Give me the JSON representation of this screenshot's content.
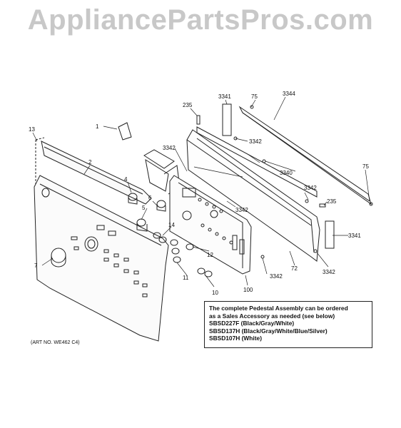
{
  "watermark": "AppliancePartsPros.com",
  "art_number": "(ART NO. WE462 C4)",
  "note": {
    "line1": "The complete Pedestal Assembly can be ordered",
    "line2": "as a Sales Accessory as needed (see below)",
    "line3": "SBSD227F (Black/Gray/White)",
    "line4": "SBSD137H (Black/Gray/White/Blue/Silver)",
    "line5": "SBSD107H (White)"
  },
  "callouts": [
    "1",
    "2",
    "4",
    "5",
    "6",
    "7",
    "10",
    "11",
    "12",
    "13",
    "14",
    "72",
    "75",
    "75",
    "100",
    "235",
    "235",
    "3340",
    "3341",
    "3341",
    "3342",
    "3342",
    "3342",
    "3342",
    "3342",
    "3342",
    "3344"
  ]
}
